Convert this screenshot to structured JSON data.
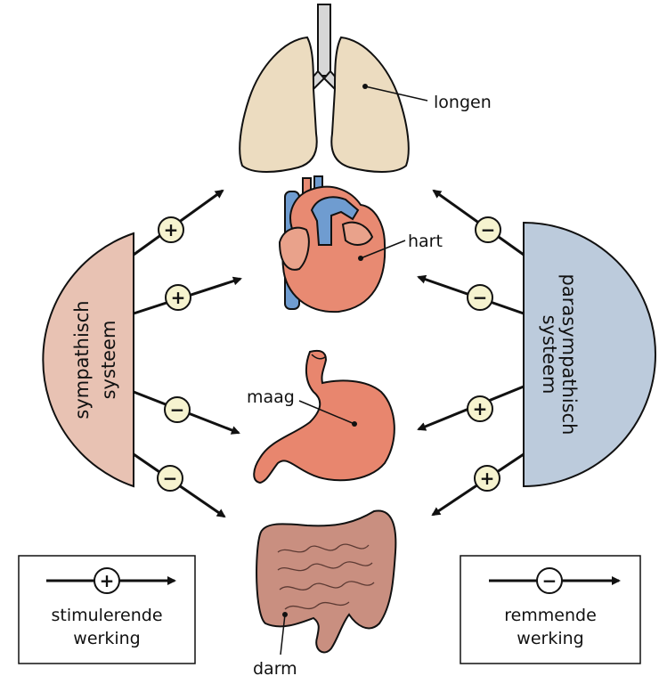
{
  "systems": {
    "sympathetic": {
      "line1": "sympathisch",
      "line2": "systeem",
      "color": "#e8c2b3"
    },
    "parasympathetic": {
      "line1": "parasympathisch",
      "line2": "systeem",
      "color": "#bccbdc"
    }
  },
  "organs": {
    "lungs": "longen",
    "heart": "hart",
    "stomach": "maag",
    "intestine": "darm"
  },
  "effects": {
    "sympathetic": {
      "lungs": "+",
      "heart": "+",
      "stomach": "−",
      "intestine": "−"
    },
    "parasympathetic": {
      "lungs": "−",
      "heart": "−",
      "stomach": "+",
      "intestine": "+"
    }
  },
  "legend": {
    "stimulating": {
      "sign": "+",
      "line1": "stimulerende",
      "line2": "werking"
    },
    "inhibiting": {
      "sign": "−",
      "line1": "remmende",
      "line2": "werking"
    }
  },
  "colors": {
    "lungs": "#ecdcc0",
    "heart": "#e88a72",
    "vessels": "#6f9cd0",
    "stomach": "#e8866e",
    "intestine": "#c98f80",
    "sign_badge": "#f6f3cf"
  }
}
